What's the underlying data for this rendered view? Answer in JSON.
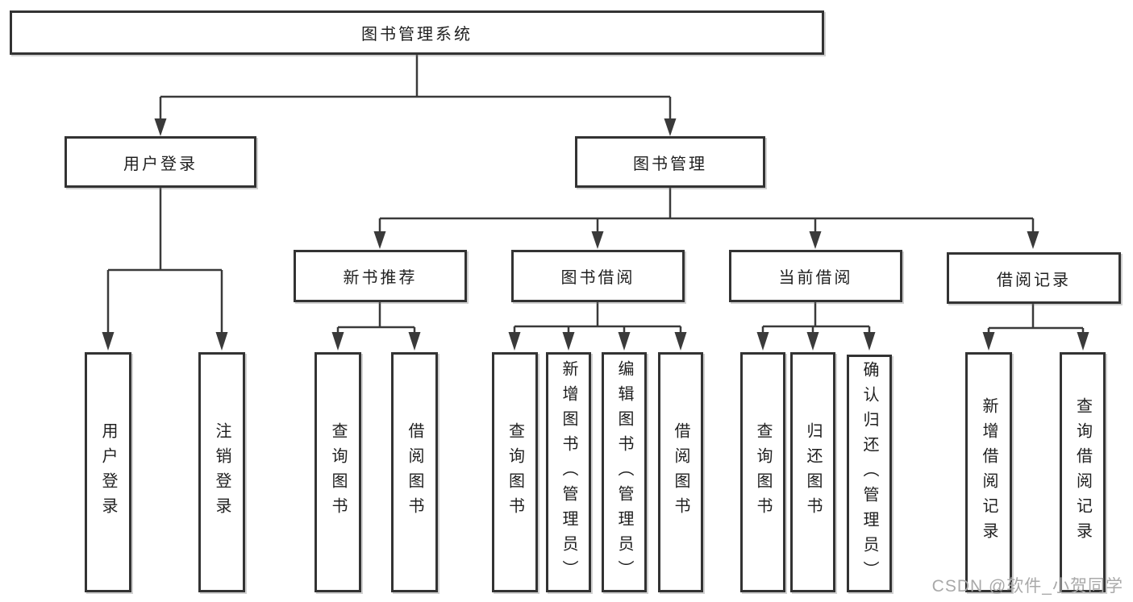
{
  "tree": {
    "root": {
      "label": "图书管理系统"
    },
    "l2": [
      {
        "label": "用户登录"
      },
      {
        "label": "图书管理"
      }
    ],
    "l3": [
      {
        "label": "新书推荐",
        "parent": "图书管理"
      },
      {
        "label": "图书借阅",
        "parent": "图书管理"
      },
      {
        "label": "当前借阅",
        "parent": "图书管理"
      },
      {
        "label": "借阅记录",
        "parent": "图书管理"
      }
    ],
    "l4": [
      {
        "label": "用户登录",
        "parent": "用户登录"
      },
      {
        "label": "注销登录",
        "parent": "用户登录"
      },
      {
        "label": "查询图书",
        "parent": "新书推荐"
      },
      {
        "label": "借阅图书",
        "parent": "新书推荐"
      },
      {
        "label": "查询图书",
        "parent": "图书借阅"
      },
      {
        "label": "新增图书（管理员）",
        "parent": "图书借阅"
      },
      {
        "label": "编辑图书（管理员）",
        "parent": "图书借阅"
      },
      {
        "label": "借阅图书",
        "parent": "图书借阅"
      },
      {
        "label": "查询图书",
        "parent": "当前借阅"
      },
      {
        "label": "归还图书",
        "parent": "当前借阅"
      },
      {
        "label": "确认归还（管理员）",
        "parent": "当前借阅"
      },
      {
        "label": "新增借阅记录",
        "parent": "借阅记录"
      },
      {
        "label": "查询借阅记录",
        "parent": "借阅记录"
      }
    ]
  },
  "watermark": {
    "text": "CSDN @软件_小贺同学"
  },
  "colors": {
    "line": "#3a3a3a",
    "box_border": "#333333",
    "box_fill": "#ffffff",
    "text": "#1f1f1f",
    "watermark": "#a9a9a9"
  }
}
